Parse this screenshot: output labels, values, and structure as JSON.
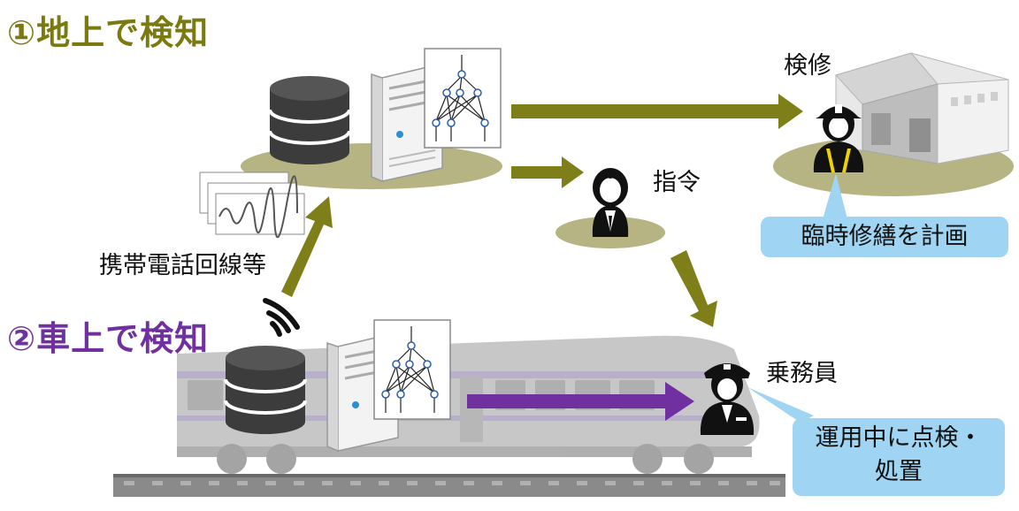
{
  "titles": {
    "ground": "①地上で検知",
    "onboard": "②車上で検知"
  },
  "labels": {
    "maintenance": "検修",
    "dispatch": "指令",
    "crew": "乗務員",
    "network": "携帯電話回線等"
  },
  "callouts": {
    "maintenance_plan": "臨時修繕を計画",
    "crew_action_line1": "運用中に点検・",
    "crew_action_line2": "処置"
  },
  "colors": {
    "ground_title": "#7a7a10",
    "onboard_title": "#7030a0",
    "olive_arrow": "#7f7f1a",
    "purple_arrow": "#7030a0",
    "platform": "#b5b482",
    "callout": "#9fd4f2"
  },
  "icons": {
    "database": "database-icon",
    "server": "server-icon",
    "neural_network": "neural-network-icon",
    "waveform": "waveform-chart-icon",
    "wifi": "wireless-signal-icon",
    "dispatcher": "dispatcher-person-icon",
    "engineer": "maintenance-worker-icon",
    "crew": "train-crew-icon",
    "train": "train-icon",
    "depot": "train-depot-icon"
  }
}
